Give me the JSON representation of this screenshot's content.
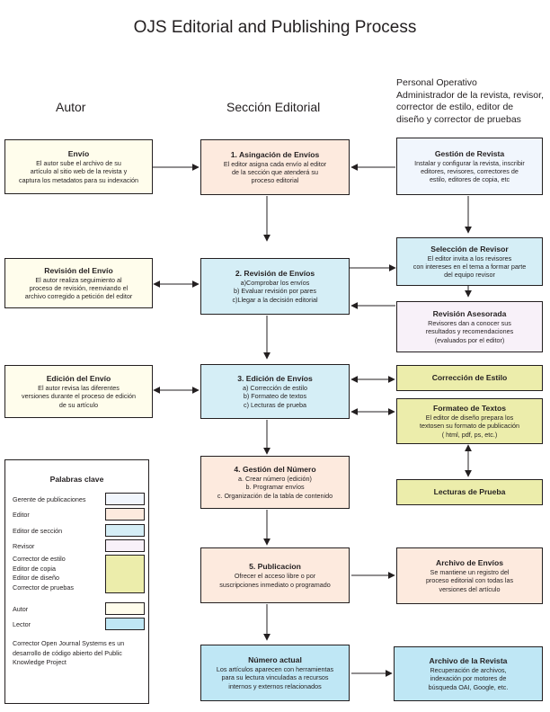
{
  "title": "OJS Editorial and Publishing Process",
  "columns": {
    "autor": "Autor",
    "seccion": "Sección Editorial",
    "personal": [
      "Personal Operativo",
      "Administrador de la revista, revisor,",
      "corrector de estilo, editor de",
      "diseño y corrector de pruebas"
    ]
  },
  "boxes": {
    "envio": {
      "title": "Envío",
      "body": [
        "El autor sube el archivo de su",
        "artículo al sitio  web de la revista y",
        "captura los metadatos para su indexación"
      ]
    },
    "asignacion": {
      "title": "1.    Asingación de Envíos",
      "body": [
        "El editor asigna cada envío al editor",
        "de la sección que atenderá su",
        "proceso editorial"
      ]
    },
    "gestion_revista": {
      "title": "Gestión de Revista",
      "body": [
        "Instalar y configurar la revista, inscribir",
        "editores, revisores, correctores de",
        "estilo, editores de copia, etc"
      ]
    },
    "seleccion_revisor": {
      "title": "Selección de Revisor",
      "body": [
        "El editor invita a los revisores",
        "con intereses en el tema a formar parte",
        "del equipo revisor"
      ]
    },
    "revision_envio": {
      "title": "Revisión del Envío",
      "body": [
        "El autor realiza seguimiento al",
        "proceso de revisión, reenviando el",
        "archivo corregido a petición del editor"
      ]
    },
    "revision_envios": {
      "title": "2. Revisión de Envíos",
      "body": [
        "a)Comprobar los envíos",
        "b) Evaluar revisión por pares",
        "c)Llegar a la decisión editorial"
      ]
    },
    "revision_asesorada": {
      "title": "Revisión Asesorada",
      "body": [
        "Revisores dan a conocer sus",
        "resultados y recomendaciones",
        "(evaluados por el editor)"
      ]
    },
    "edicion_envio": {
      "title": "Edición del Envío",
      "body": [
        "El autor revisa las diferentes",
        "versiones durante el proceso de edición",
        "de su artículo"
      ]
    },
    "edicion_envios": {
      "title": "3. Edición de Envíos",
      "body": [
        "a) Corrección de estilo",
        "b) Formateo de textos",
        "c) Lecturas de prueba"
      ]
    },
    "correccion_estilo": {
      "title": "Corrección de Estilo"
    },
    "formateo_textos": {
      "title": "Formateo de Textos",
      "body": [
        "El editor de diseño prepara los",
        "textosen su formato de publicación",
        "( html, pdf, ps, etc.)"
      ]
    },
    "lecturas_prueba": {
      "title": "Lecturas de Prueba"
    },
    "gestion_numero": {
      "title": "4. Gestión del Número",
      "body": [
        "a. Crear número (edición)",
        "b. Programar envíos",
        "c. Organización de la tabla de contenido"
      ]
    },
    "publicacion": {
      "title": "5. Publicacion",
      "body": [
        "Ofrecer el acceso libre o por",
        "suscripciones inmediato o programado"
      ]
    },
    "archivo_envios": {
      "title": "Archivo de Envíos",
      "body": [
        "Se mantiene un registro del",
        "proceso editorial con todas las",
        "versiones del artículo"
      ]
    },
    "numero_actual": {
      "title": "Número actual",
      "body": [
        "Los artículos aparecen con herramientas",
        "para su lectura vinculadas a recursos",
        "internos y externos relacionados"
      ]
    },
    "archivo_revista": {
      "title": "Archivo de la Revista",
      "body": [
        "Recuperación de archivos,",
        "indexación por motores de",
        "búsqueda OAI, Google, etc."
      ]
    }
  },
  "legend": {
    "title": "Palabras clave",
    "items": [
      {
        "label": [
          "Gerente de publicaciones"
        ],
        "color": "#f1f6fd"
      },
      {
        "label": [
          "Editor"
        ],
        "color": "#fdeade"
      },
      {
        "label": [
          "Editor de sección"
        ],
        "color": "#d5eef6"
      },
      {
        "label": [
          "Revisor"
        ],
        "color": "#f8f1f9"
      },
      {
        "label": [
          "Corrector de estilo",
          "Editor de copia",
          "Editor de diseño",
          "Corrector de pruebas"
        ],
        "color": "#ecedab"
      },
      {
        "label": [
          "Autor"
        ],
        "color": "#fffdec"
      },
      {
        "label": [
          "Lector"
        ],
        "color": "#bfe7f5"
      }
    ],
    "note": [
      "Corrector Open Journal Systems es un",
      "desarrollo de código abierto del Public",
      "Knowledge Project"
    ]
  }
}
